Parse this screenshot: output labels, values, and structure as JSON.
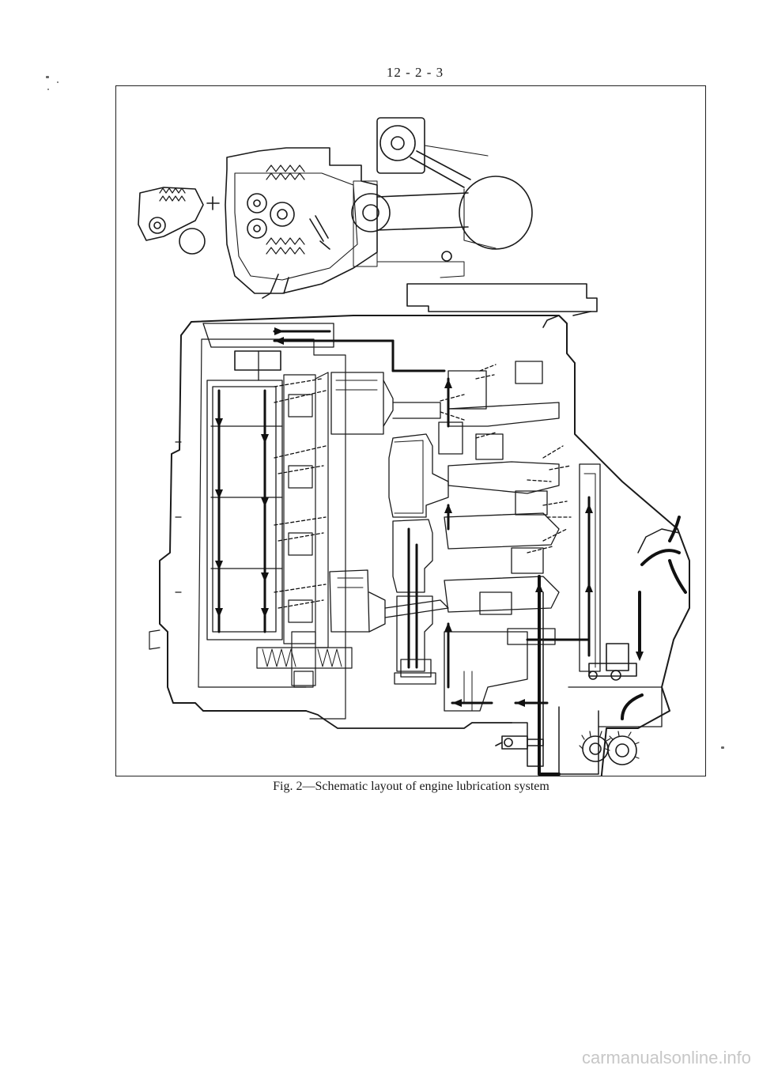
{
  "page": {
    "number": "12 - 2 - 3",
    "caption": "Fig. 2—Schematic layout of engine lubrication system",
    "watermark": "carmanualsonline.info"
  },
  "colors": {
    "ink": "#1a1a1a",
    "oil_flow": "#111111",
    "paper": "#ffffff",
    "watermark": "#c7c7c7"
  }
}
